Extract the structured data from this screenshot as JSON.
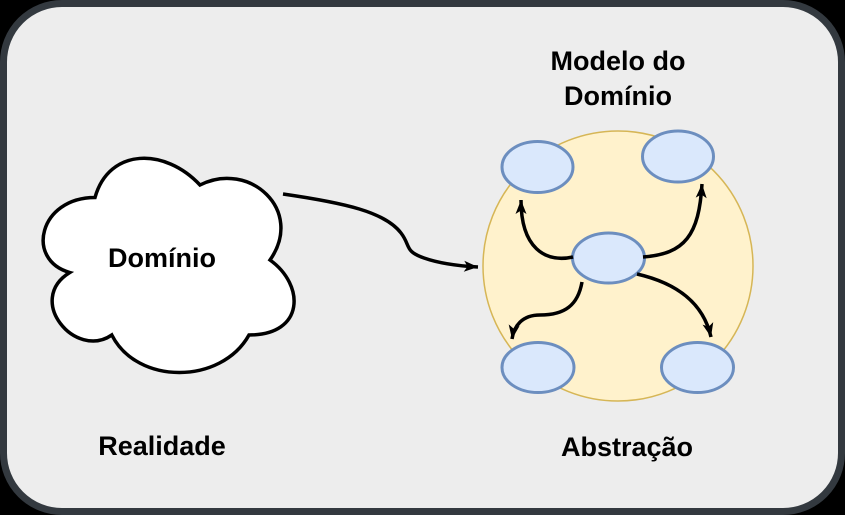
{
  "labels": {
    "cloud": "Domínio",
    "model_title_line1": "Modelo do",
    "model_title_line2": "Domínio",
    "reality": "Realidade",
    "abstraction": "Abstração"
  },
  "colors": {
    "outer_background": "#000000",
    "frame_fill": "#EDEDED",
    "frame_border": "#33393F",
    "cloud_fill": "#FFFFFF",
    "cloud_stroke": "#000000",
    "model_circle_fill": "#FFF2CC",
    "model_circle_stroke": "#D6B656",
    "node_fill": "#DAE8FC",
    "node_stroke": "#6C8EBF",
    "edge_color": "#000000",
    "text_color": "#000000"
  },
  "diagram": {
    "nodes": [
      "center",
      "top-left",
      "top-right",
      "bottom-left",
      "bottom-right"
    ],
    "edges": [
      {
        "from": "cloud",
        "to": "model-circle"
      },
      {
        "from": "center",
        "to": "top-left"
      },
      {
        "from": "center",
        "to": "top-right"
      },
      {
        "from": "center",
        "to": "bottom-left"
      },
      {
        "from": "center",
        "to": "bottom-right"
      }
    ]
  }
}
